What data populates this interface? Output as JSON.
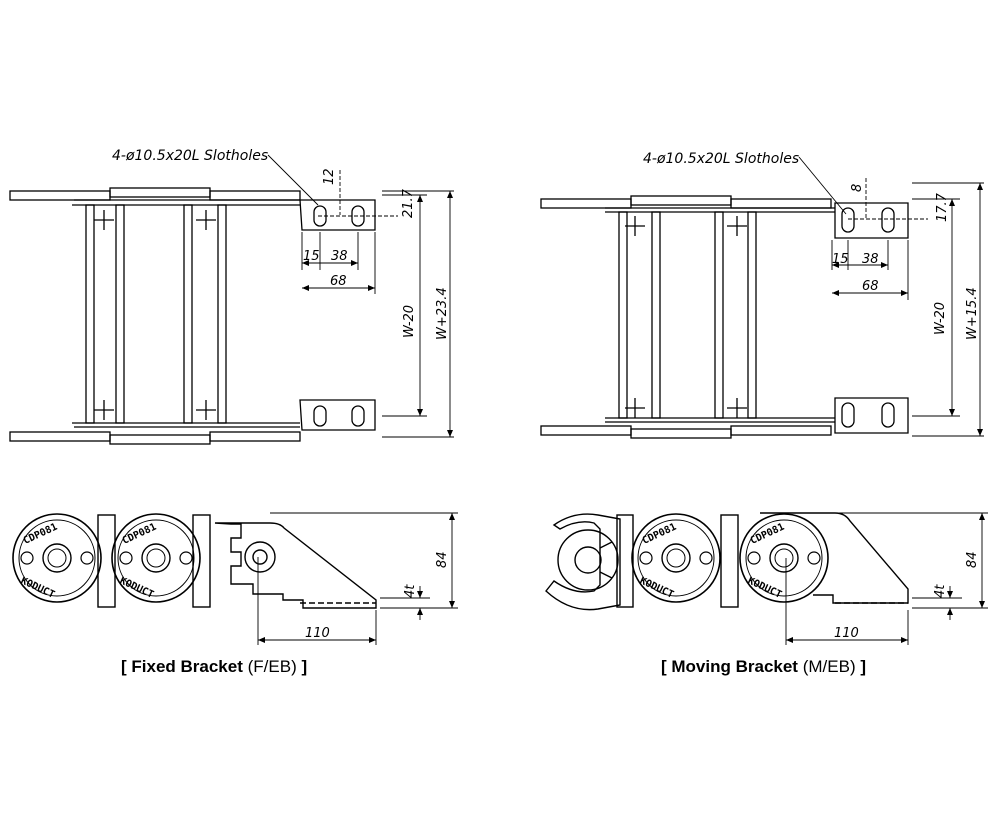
{
  "fixed": {
    "slot_label": "4-ø10.5x20L Slotholes",
    "dims": {
      "d12": "12",
      "d21_7": "21.7",
      "d15": "15",
      "d38": "38",
      "d68": "68",
      "dW20": "W-20",
      "dW23": "W+23.4",
      "d84": "84",
      "d4t": "4t",
      "d110": "110"
    },
    "caption_bold": "[ Fixed Bracket",
    "caption_sub": "(F/EB)",
    "caption_end": "]"
  },
  "moving": {
    "slot_label": "4-ø10.5x20L Slotholes",
    "dims": {
      "d8": "8",
      "d17_7": "17.7",
      "d15": "15",
      "d38": "38",
      "d68": "68",
      "dW20": "W-20",
      "dW15": "W+15.4",
      "d84": "84",
      "d4t": "4t",
      "d110": "110"
    },
    "caption_bold": "[ Moving Bracket",
    "caption_sub": "(M/EB)",
    "caption_end": "]"
  },
  "logo": {
    "model": "CDP081",
    "brand": "KODUCT"
  }
}
